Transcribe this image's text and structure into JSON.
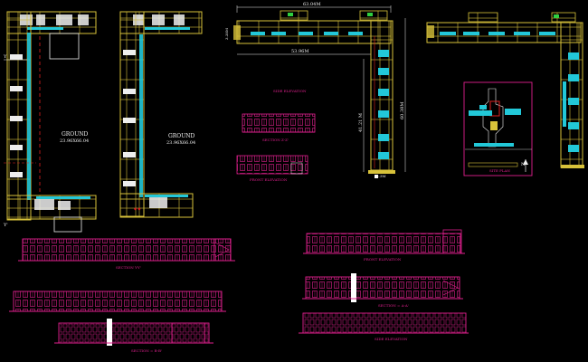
{
  "colors": {
    "background": "#000000",
    "wall_yellow": "#d8c23a",
    "wall_gold": "#b8962a",
    "room_fill": "#eeeeee",
    "cyan": "#22c8d8",
    "magenta": "#e0208e",
    "magenta_dark": "#a0107a",
    "red": "#e02020",
    "white": "#ffffff",
    "green": "#30d040",
    "orange": "#e08a20"
  },
  "labels": {
    "ground_1": "GROUND",
    "ground_1_dim": "23.96X66.04",
    "ground_2": "GROUND",
    "ground_2_dim": "23.96X66.04",
    "side_elevation_top": "SIDE ELEVATION",
    "section_zz": "SECTION Z-Z'",
    "front_elevation_small": "FRONT ELEVATION",
    "section_yy": "SECTION Y-Y'",
    "section_bb": "SECTION = B-B'",
    "front_elevation_big": "FRONT ELEVATION",
    "section_aa": "SECTION = A-A'",
    "side_elevation_bottom": "SIDE ELEVATION",
    "site_plan": "SITE PLAN",
    "north": "N",
    "dim_top": "63.04M",
    "dim_width": "53.96M",
    "dim_vertical_1": "41.21 M",
    "dim_vertical_2": "60.38M",
    "dim_small_left": "3.38M",
    "dim_small_bottom": "8.3M"
  }
}
